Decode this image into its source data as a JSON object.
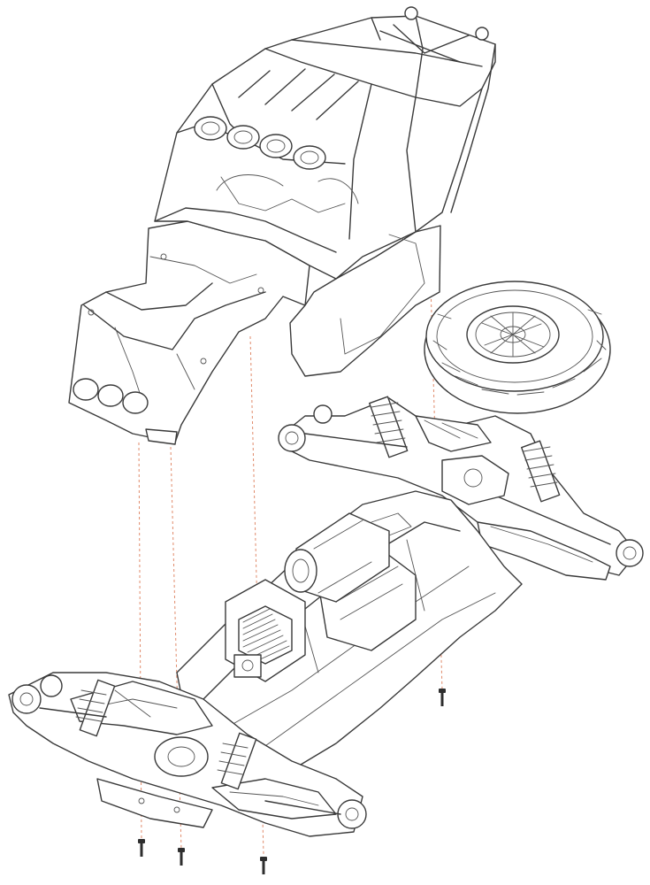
{
  "diagram": {
    "kind": "exploded-assembly",
    "subject": "rc-buggy-body-chassis",
    "colors": {
      "line": "#3a3a3a",
      "guide": "#e08a6a",
      "background": "#ffffff",
      "screw": "#2e2e2e"
    },
    "parts": [
      {
        "id": "body-shell",
        "icon": "roll-cage-body-icon"
      },
      {
        "id": "spare-tire",
        "icon": "tire-icon"
      },
      {
        "id": "rear-suspension",
        "icon": "suspension-arm-icon"
      },
      {
        "id": "chassis-tub",
        "icon": "chassis-icon"
      },
      {
        "id": "motor",
        "icon": "motor-icon"
      },
      {
        "id": "heatsink",
        "icon": "heatsink-icon"
      },
      {
        "id": "front-suspension",
        "icon": "suspension-arm-icon"
      },
      {
        "id": "mounting-screws",
        "count": 4,
        "icon": "screw-icon"
      }
    ]
  }
}
